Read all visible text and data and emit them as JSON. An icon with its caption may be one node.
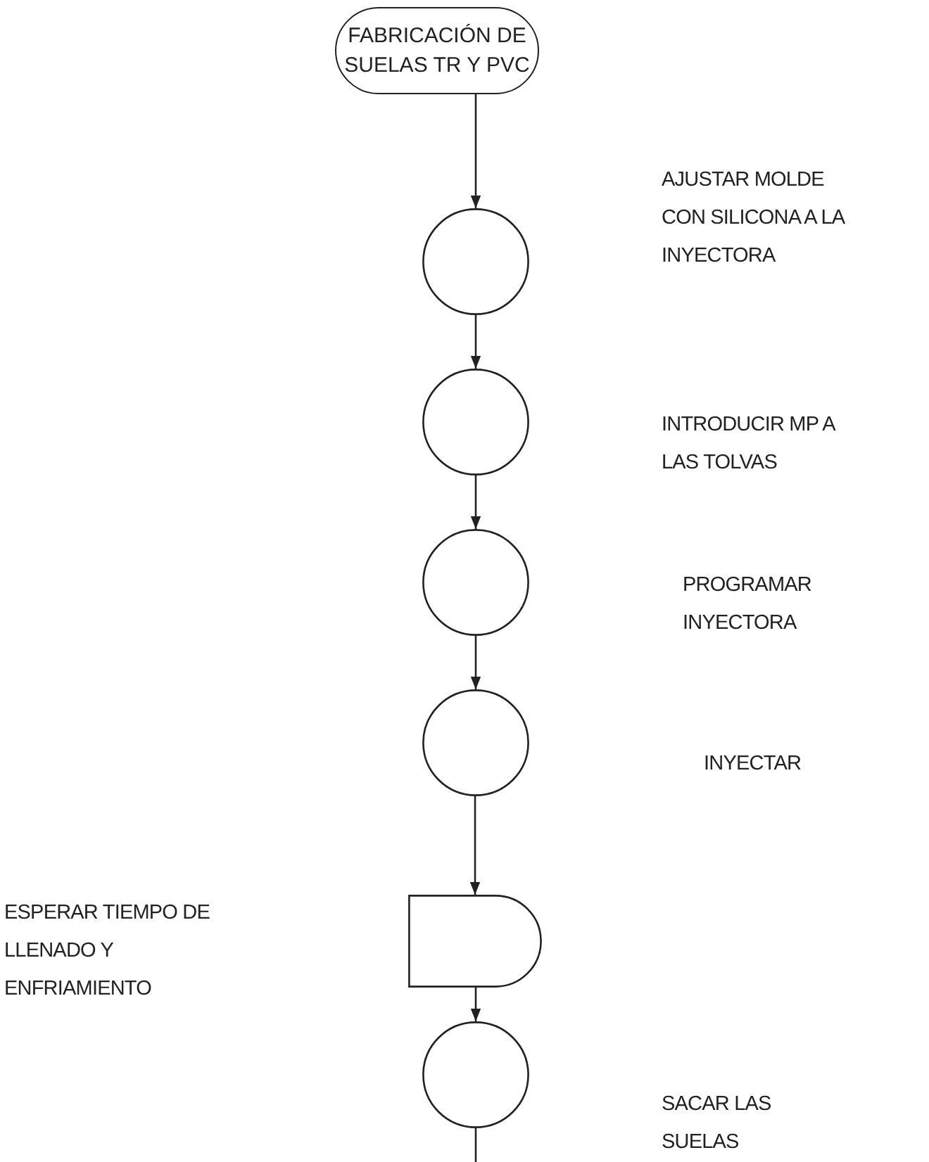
{
  "diagram": {
    "nodes": [
      {
        "text": [
          "FABRICACIÓN DE SUELAS TR Y PVC"
        ]
      },
      {
        "text": [],
        "shape": "circle"
      },
      {
        "text": [],
        "shape": "circle"
      },
      {
        "text": [],
        "shape": "circle"
      },
      {
        "text": [],
        "shape": "circle"
      },
      {
        "text": [],
        "shape": "delay"
      },
      {
        "text": [],
        "shape": "circle"
      }
    ],
    "edges": [
      {
        "from": 0,
        "to": 1,
        "arrow": "to"
      },
      {
        "from": 1,
        "to": 2,
        "arrow": "to"
      },
      {
        "from": 2,
        "to": 3,
        "arrow": "to"
      },
      {
        "from": 3,
        "to": 4,
        "arrow": "to"
      },
      {
        "from": 4,
        "to": 5,
        "arrow": "to"
      },
      {
        "from": 5,
        "to": 6,
        "arrow": "to"
      },
      {
        "from": 6,
        "to": null,
        "arrow": "none"
      }
    ],
    "labels": [
      "AJUSTAR MOLDE CON SILICONA A LA INYECTORA",
      "INTRODUCIR MP A LAS TOLVAS",
      "PROGRAMAR INYECTORA",
      "INYECTAR",
      "ESPERAR TIEMPO DE LLENADO Y ENFRIAMIENTO",
      "SACAR LAS SUELAS"
    ]
  }
}
